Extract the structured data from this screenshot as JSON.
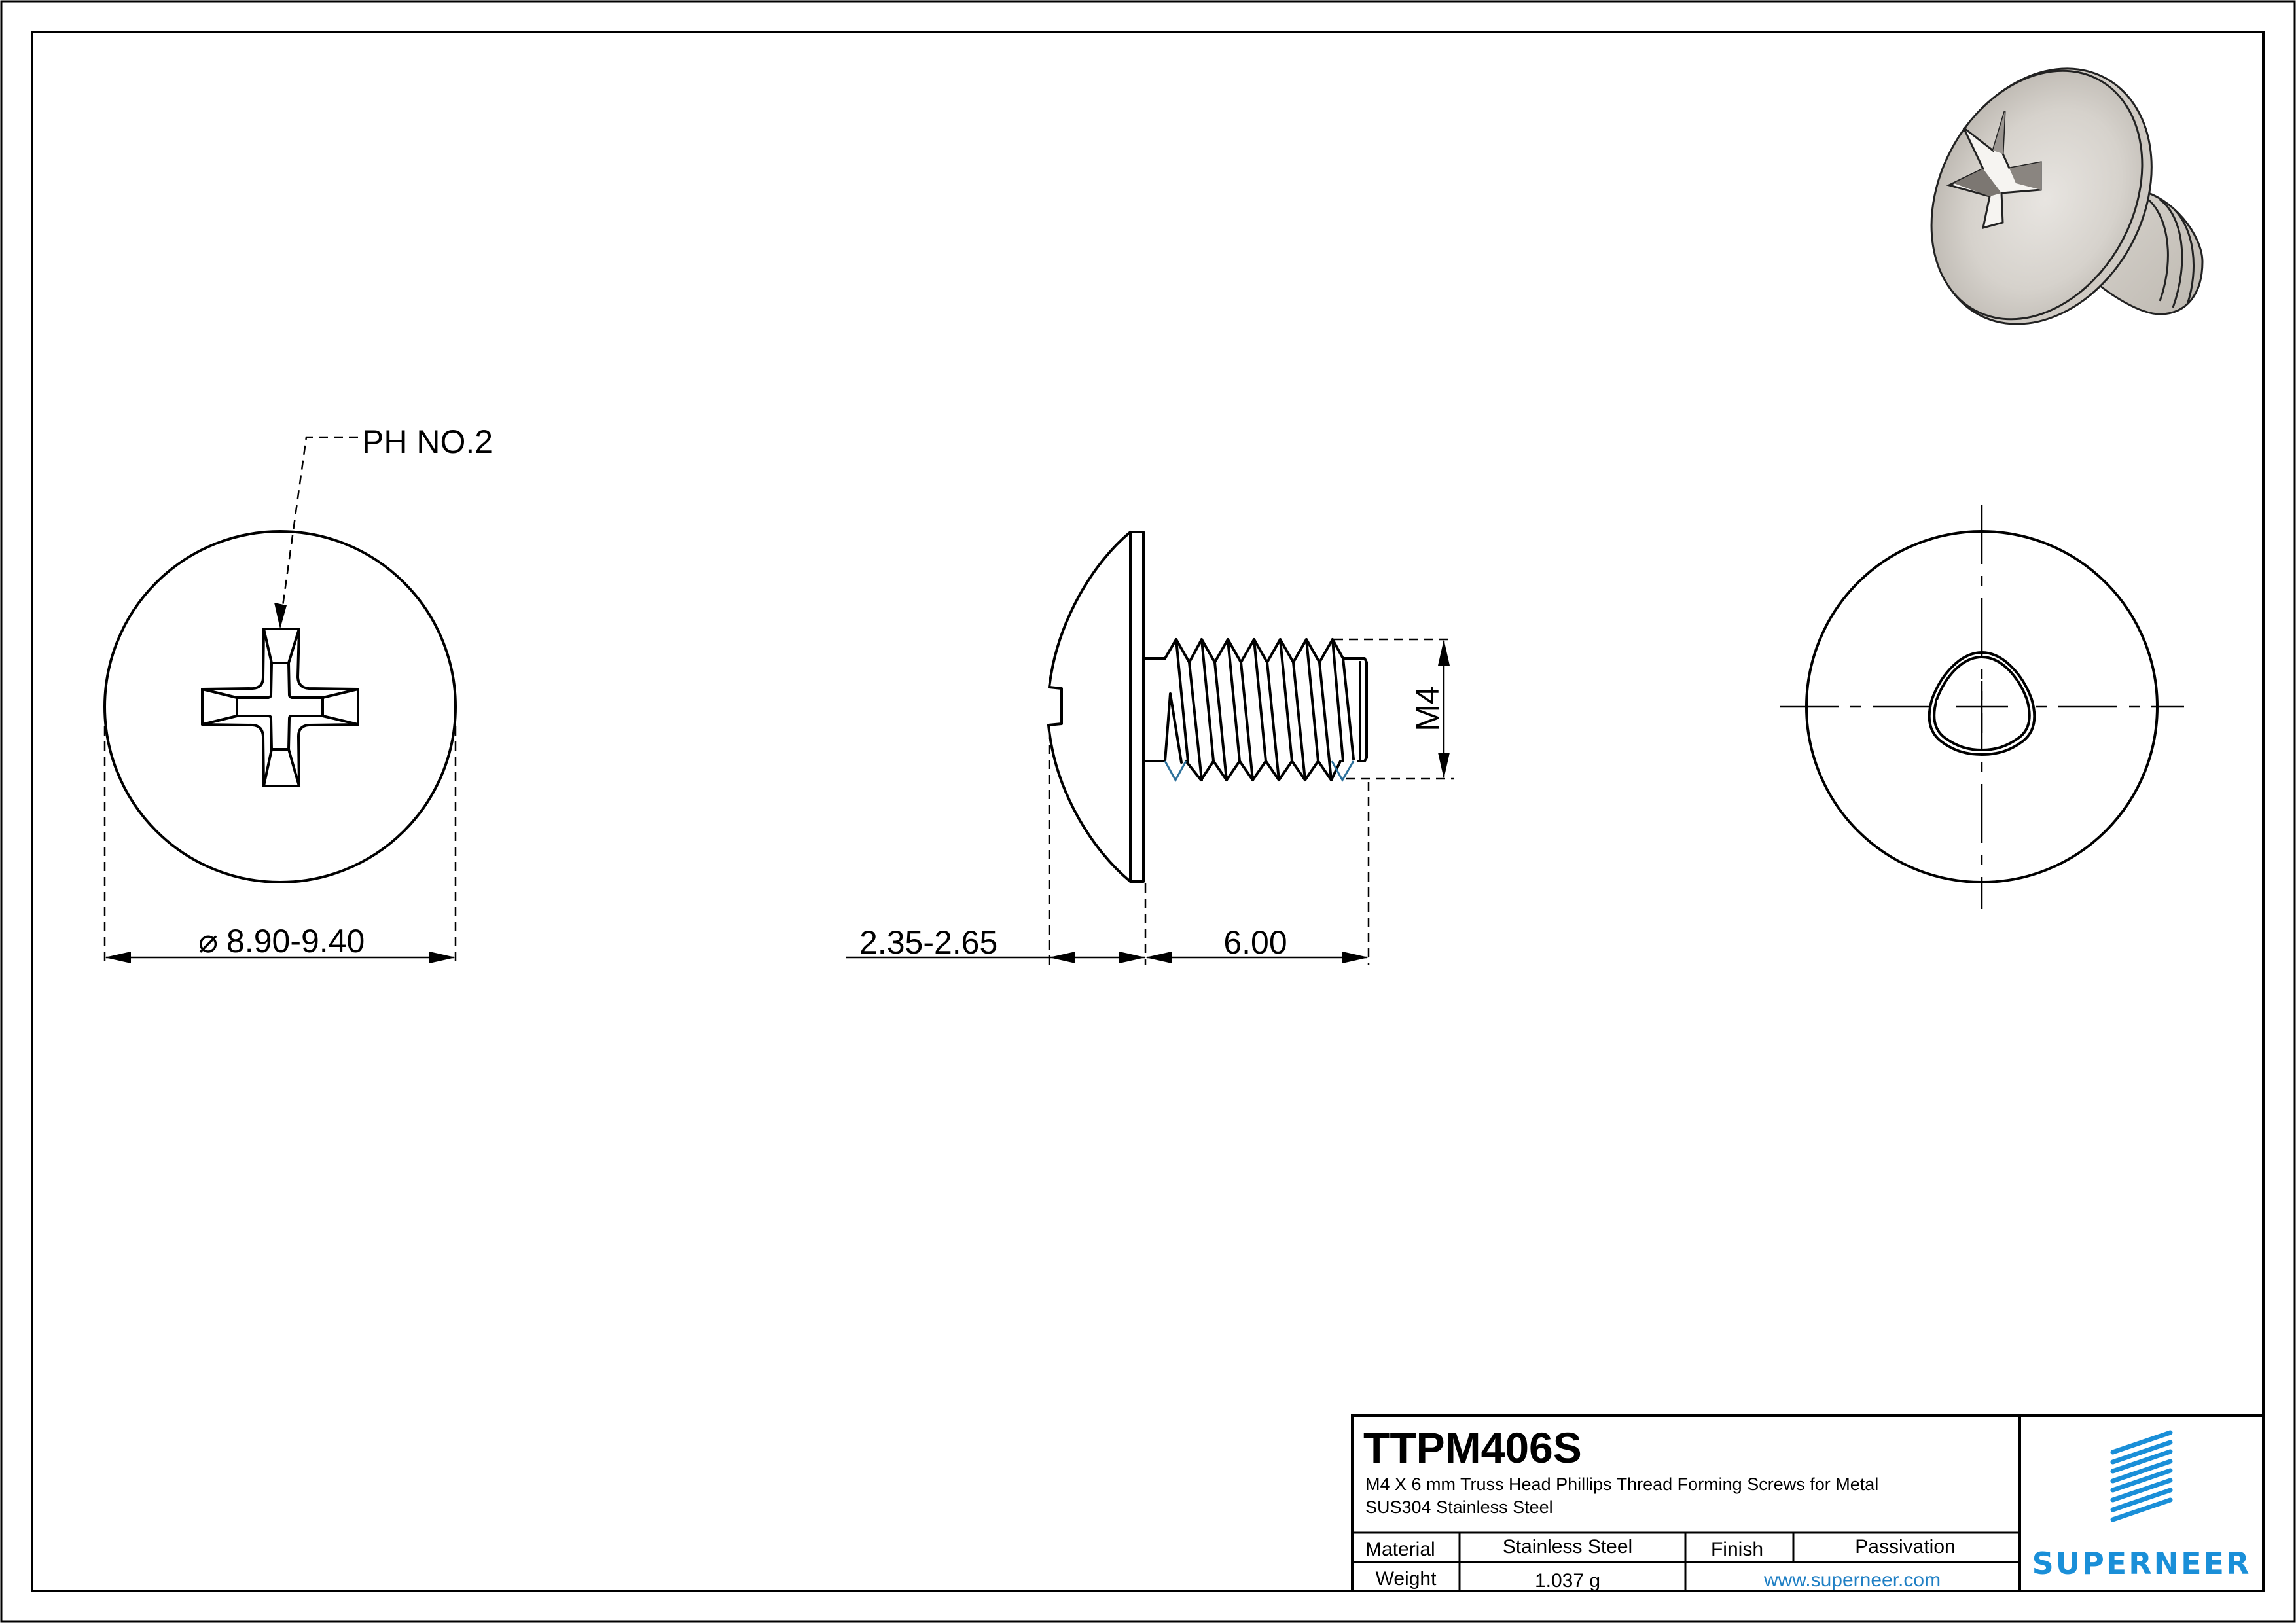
{
  "drawing": {
    "views": {
      "top_view": {
        "callout_label": "PH NO.2",
        "diameter_symbol": "⌀",
        "diameter_dimension": "8.90-9.40"
      },
      "side_view": {
        "head_height_dimension": "2.35-2.65",
        "length_dimension": "6.00",
        "thread_dimension": "M4"
      },
      "end_view": {
        "description": "Trilobular thread-forming end view with centerlines"
      },
      "iso_view": {
        "description": "3D rendered truss head phillips screw"
      }
    }
  },
  "title_block": {
    "part_number": "TTPM406S",
    "description_line1": "M4 X 6 mm Truss Head Phillips Thread Forming Screws for Metal",
    "description_line2": "SUS304 Stainless Steel",
    "rows": [
      {
        "label": "Material",
        "value": "Stainless Steel",
        "label2": "Finish",
        "value2": "Passivation"
      },
      {
        "label": "Weight",
        "value": "1.037 g",
        "url": "www.superneer.com"
      }
    ],
    "logo": {
      "icon": "superneer-stripes-icon",
      "text": "SUPERNEER",
      "color": "#1a8fd8"
    },
    "url_color": "#1f7fc4"
  }
}
